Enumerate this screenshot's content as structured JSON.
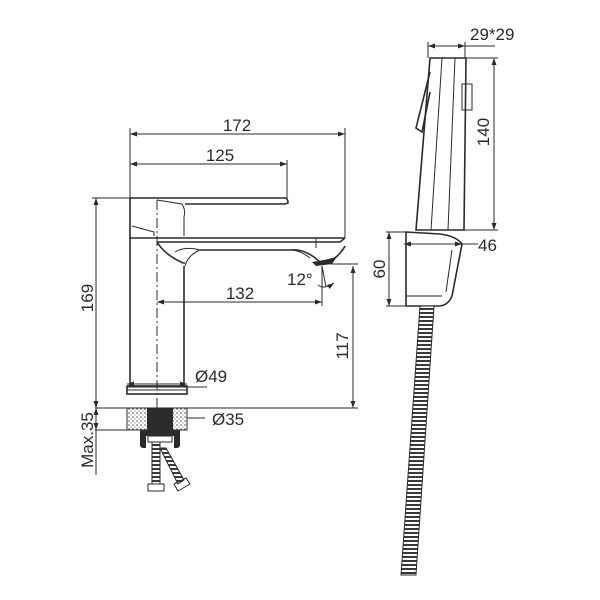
{
  "diagram": {
    "title": "Basin faucet with bidet hand shower — dimension drawing",
    "units": "mm",
    "faucet": {
      "overall_length": "172",
      "handle_length": "125",
      "total_height": "169",
      "spout_reach": "132",
      "spout_height": "117",
      "spout_angle": "12°",
      "body_diameter": "Ø49",
      "mount_diameter": "Ø35",
      "max_deck_thickness": "Max.35"
    },
    "hand_shower": {
      "head_section": "29*29",
      "head_length": "140",
      "holder_height": "60",
      "holder_depth": "46"
    }
  }
}
